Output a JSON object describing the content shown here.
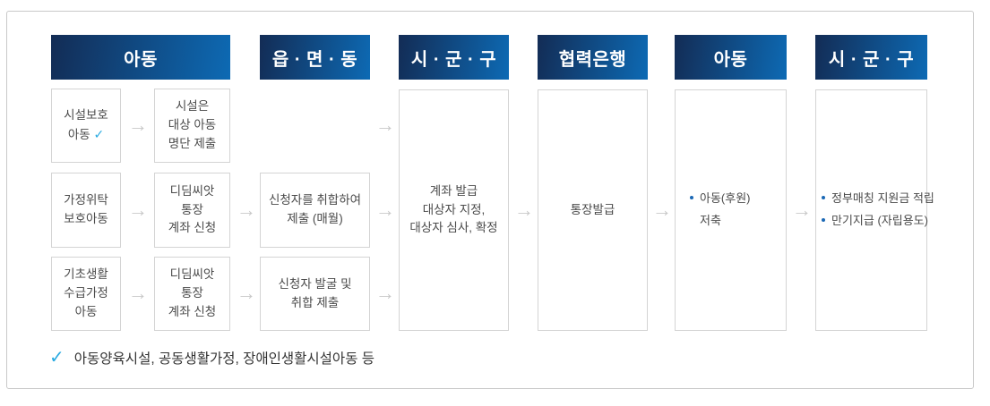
{
  "colors": {
    "header_dark": "#132c55",
    "header_light": "#0d6ab4",
    "outer_border": "#c9c9c9",
    "box_border": "#d4d4d4",
    "box_text": "#4a4a4a",
    "arrow": "#c9c9c9",
    "bullet": "#1a68b5",
    "check": "#2aaae1",
    "note_text": "#333333"
  },
  "headers": {
    "child1": "아동",
    "emd": "읍 · 면 · 동",
    "sgg1": "시 · 군 · 구",
    "bank": "협력은행",
    "child2": "아동",
    "sgg2": "시 · 군 · 구"
  },
  "boxes": {
    "r1_child": {
      "line1": "시설보호",
      "line2": "아동",
      "check": "✓"
    },
    "r1_list": {
      "line1": "시설은",
      "line2": "대상 아동",
      "line3": "명단 제출"
    },
    "r2_child": {
      "line1": "가정위탁",
      "line2": "보호아동"
    },
    "r2_apply": {
      "line1": "디딤씨앗",
      "line2": "통장",
      "line3": "계좌 신청"
    },
    "r2_emd": {
      "line1": "신청자를 취합하여",
      "line2": "제출 (매월)"
    },
    "r3_child": {
      "line1": "기초생활",
      "line2": "수급가정",
      "line3": "아동"
    },
    "r3_apply": {
      "line1": "디딤씨앗",
      "line2": "통장",
      "line3": "계좌 신청"
    },
    "r3_emd": {
      "line1": "신청자 발굴 및",
      "line2": "취합 제출"
    },
    "sgg_review": {
      "line1": "계좌 발급",
      "line2": "대상자 지정,",
      "line3": "대상자 심사, 확정"
    },
    "bank_issue": {
      "line1": "통장발급"
    },
    "child_save": {
      "item1": "아동(후원)",
      "item1_cont": "저축"
    },
    "sgg_match": {
      "item1": "정부매칭 지원금 적립",
      "item2": "만기지급 (자립용도)"
    }
  },
  "note": {
    "check": "✓",
    "text": "아동양육시설, 공동생활가정, 장애인생활시설아동 등"
  },
  "arrow_glyph": "→"
}
